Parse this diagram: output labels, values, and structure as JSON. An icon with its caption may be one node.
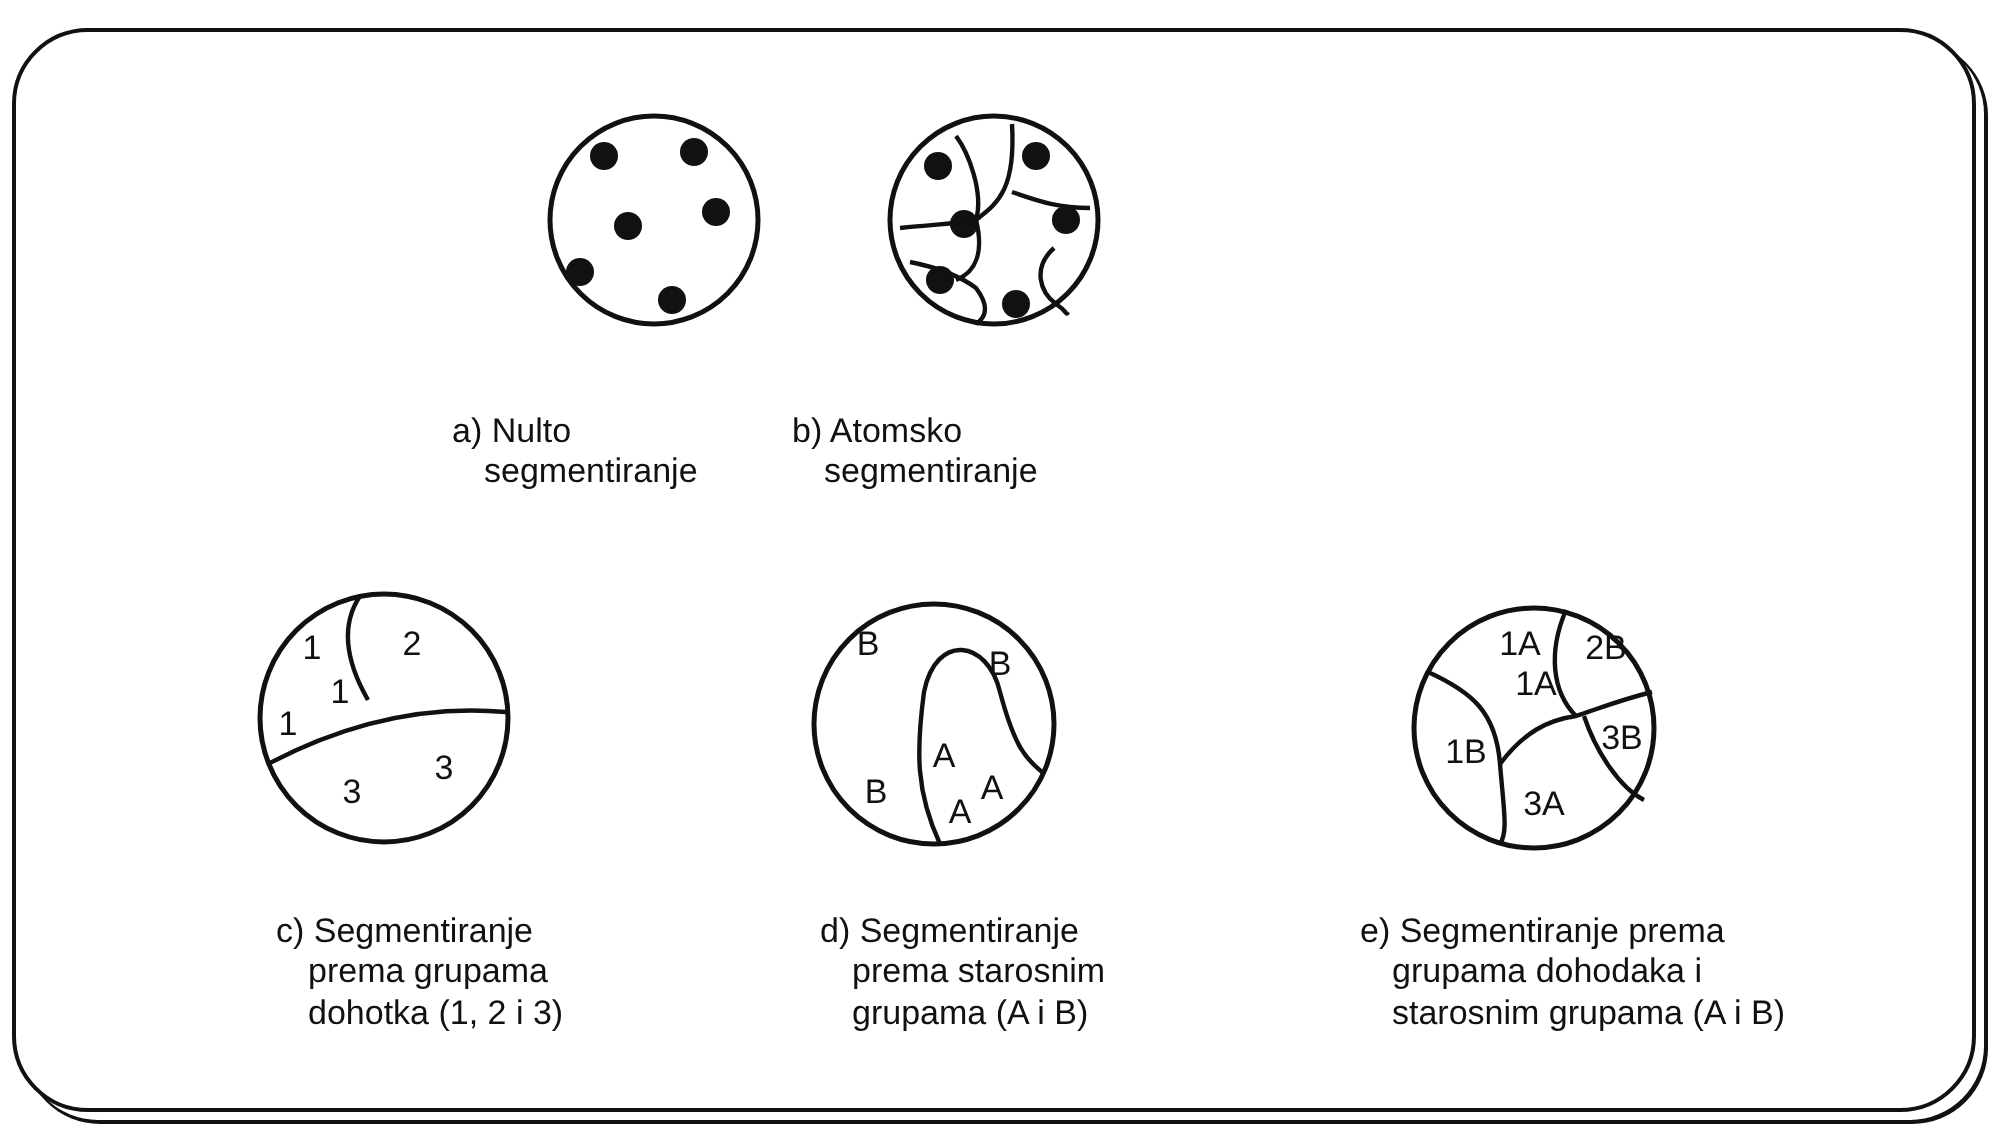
{
  "diagram": {
    "nodes": [
      {
        "text": [],
        "shape": "box"
      },
      {
        "text": [],
        "shape": "circle",
        "in": 0,
        "beside": [
          "a) Nulto segmentiranje"
        ]
      },
      {
        "text": [],
        "shape": "circle",
        "in": 0,
        "beside": [
          "b) Atomsko segmentiranje"
        ]
      },
      {
        "text": [
          "1",
          "1",
          "1",
          "2",
          "3",
          "3"
        ],
        "in": 0,
        "beside": [
          "c) Segmentiranje prema grupama dohotka (1, 2 i 3)"
        ]
      },
      {
        "text": [
          "B",
          "B",
          "B",
          "A",
          "A",
          "A"
        ],
        "in": 0,
        "beside": [
          "d) Segmentiranje prema starosnim grupama (A i B)"
        ]
      },
      {
        "text": [
          "1A",
          "1A",
          "2B",
          "1B",
          "3B",
          "3A"
        ],
        "in": 0,
        "beside": [
          "e) Segmentiranje prema  grupama dohodaka i starosnim grupama (A i B)"
        ]
      }
    ],
    "edges": []
  }
}
